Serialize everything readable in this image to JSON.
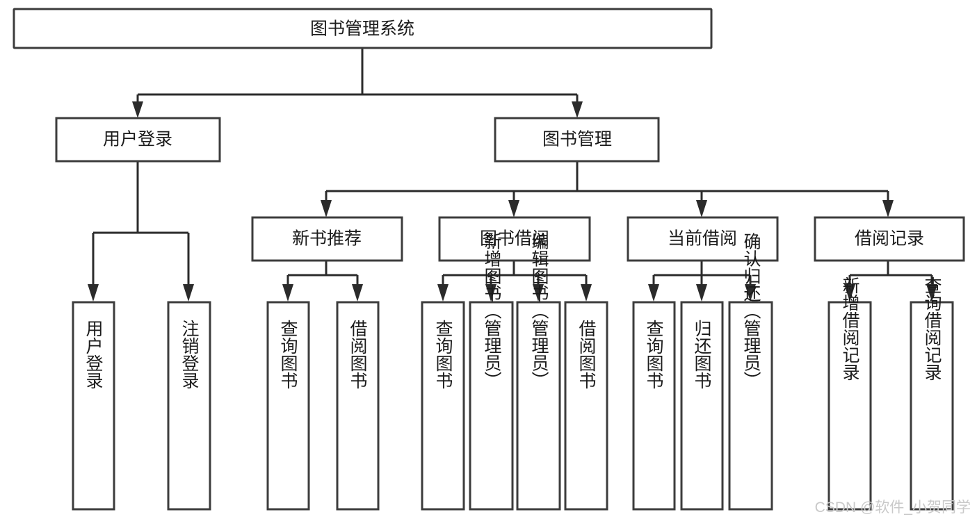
{
  "diagram": {
    "title": "图书管理系统",
    "type": "tree-hierarchy",
    "colors": {
      "box_stroke": "#3c3c3c",
      "connector": "#2b2b2b",
      "background": "#ffffff",
      "text": "#1b1b1b",
      "watermark": "#c9c9c9"
    },
    "root": {
      "label": "图书管理系统"
    },
    "level2": [
      {
        "label": "用户登录"
      },
      {
        "label": "图书管理"
      }
    ],
    "level3": [
      {
        "label": "新书推荐"
      },
      {
        "label": "图书借阅"
      },
      {
        "label": "当前借阅"
      },
      {
        "label": "借阅记录"
      }
    ],
    "leaves": {
      "user_login": [
        {
          "label": "用户登录"
        },
        {
          "label": "注销登录"
        }
      ],
      "new_book_recommend": [
        {
          "label": "查询图书"
        },
        {
          "label": "借阅图书"
        }
      ],
      "book_borrow": [
        {
          "label": "查询图书"
        },
        {
          "label": "新增图书（管理员）"
        },
        {
          "label": "编辑图书（管理员）"
        },
        {
          "label": "借阅图书"
        }
      ],
      "current_borrow": [
        {
          "label": "查询图书"
        },
        {
          "label": "归还图书"
        },
        {
          "label": "确认归还（管理员）"
        }
      ],
      "borrow_record": [
        {
          "label": "新增借阅记录"
        },
        {
          "label": "查询借阅记录"
        }
      ]
    }
  },
  "watermark": {
    "text": "CSDN @软件_小贺同学"
  }
}
